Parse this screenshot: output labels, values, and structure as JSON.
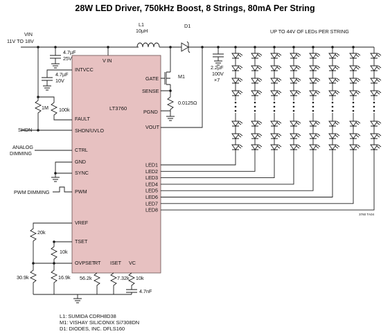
{
  "title": "28W LED Driver, 750kHz Boost, 8 Strings, 80mA Per String",
  "ic": {
    "name": "LT3760",
    "pins": {
      "vin": "V IN",
      "intvcc": "INTVCC",
      "fault": "FAULT",
      "shdn_uvlo": "SHDN/UVLO",
      "ctrl": "CTRL",
      "gnd": "GND",
      "sync": "SYNC",
      "pwm": "PWM",
      "vref": "VREF",
      "tset": "TSET",
      "ovpset": "OVPSET",
      "rt": "RT",
      "iset": "ISET",
      "vc": "VC",
      "gate": "GATE",
      "sense": "SENSE",
      "pgnd": "PGND",
      "vout": "VOUT",
      "led_pins": [
        "LED1",
        "LED2",
        "LED3",
        "LED4",
        "LED5",
        "LED6",
        "LED7",
        "LED8"
      ]
    },
    "color": "#e7c1c1"
  },
  "labels": {
    "vin": "VIN",
    "vin_range": "11V TO 18V",
    "shdn": "SHDN",
    "analog_dimming_1": "ANALOG",
    "analog_dimming_2": "DIMMING",
    "pwm_dimming": "PWM DIMMING",
    "led_string_note": "UP TO 44V OF LEDs PER STRING",
    "figure_code": "3760 TA04"
  },
  "components": {
    "c_in_value": "4.7µF",
    "c_in_voltage": "25V",
    "c_intvcc_value": "4.7µF",
    "c_intvcc_voltage": "10V",
    "l1_name": "L1",
    "l1_value": "10µH",
    "d1_name": "D1",
    "m1_name": "M1",
    "r_sense": "0.0125Ω",
    "c_out_value": "2.2µF",
    "c_out_voltage": "100V",
    "c_out_count": "×7",
    "r_1m": "1M",
    "r_100k": "100k",
    "r_20k": "20k",
    "r_10k_tset": "10k",
    "r_30_9k": "30.9k",
    "r_16_9k": "16.9k",
    "r_56_2k": "56.2k",
    "r_7_32k": "7.32k",
    "r_10k_vc": "10k",
    "c_vc": "4.7nF"
  },
  "notes": [
    "L1: SUMIDA CDRH8D38",
    "M1: VISHAY SILICONIX Si7308DN",
    "D1: DIODES, INC. DFLS160"
  ]
}
